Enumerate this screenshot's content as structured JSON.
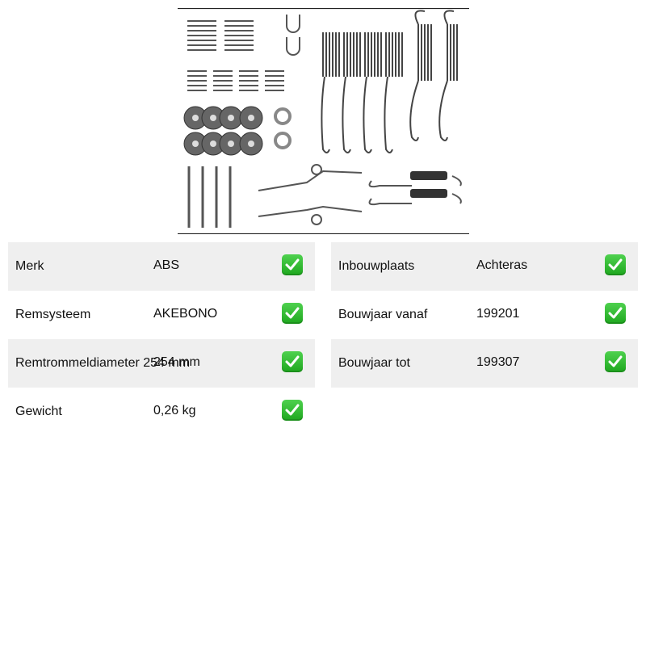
{
  "specs_left": [
    {
      "label": "Merk",
      "value": "ABS"
    },
    {
      "label": "Remsysteem",
      "value": "AKEBONO"
    },
    {
      "label": "Remtrommeldiameter 254 mm",
      "value": "254 mm"
    },
    {
      "label": "Gewicht",
      "value": "0,26 kg"
    }
  ],
  "specs_right": [
    {
      "label": "Inbouwplaats",
      "value": "Achteras"
    },
    {
      "label": "Bouwjaar vanaf",
      "value": "199201"
    },
    {
      "label": "Bouwjaar tot",
      "value": "199307"
    }
  ],
  "icons": {
    "verified": "check-mark-icon",
    "verified_color": "#22b022"
  }
}
